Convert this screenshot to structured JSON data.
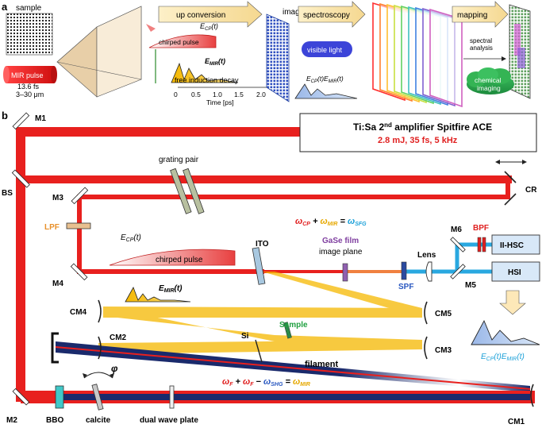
{
  "panel_labels": {
    "a": "a",
    "b": "b"
  },
  "panel_a": {
    "sample": "sample",
    "pulse_duration": "13.6 fs",
    "wavelength_range": "3–30 μm",
    "mir_pulse": "MIR pulse",
    "up_conversion": "up conversion",
    "image_plane": "image plane",
    "spectroscopy": "spectroscopy",
    "mapping": "mapping",
    "chirped_pulse": "chirped pulse",
    "ecp_label": "E",
    "ecp_sub": "CP",
    "ecp_arg": "(t)",
    "emir_label": "E",
    "emir_sub": "MIR",
    "emir_arg": "(t)",
    "free_induction_decay": "free induction decay",
    "time_axis_label": "Time [ps]",
    "time_ticks": [
      "0",
      "0.5",
      "1.0",
      "1.5",
      "2.0"
    ],
    "visible_light": "visible light",
    "product_label": "E",
    "spectral_analysis_1": "spectral",
    "spectral_analysis_2": "analysis",
    "chemical_1": "chemical",
    "chemical_2": "imaging"
  },
  "panel_b": {
    "M1": "M1",
    "M2": "M2",
    "M3": "M3",
    "M4": "M4",
    "M5": "M5",
    "M6": "M6",
    "BS": "BS",
    "CR": "CR",
    "CM1": "CM1",
    "CM2": "CM2",
    "CM3": "CM3",
    "CM4": "CM4",
    "CM5": "CM5",
    "laser_title": "Ti:Sa 2",
    "laser_title_sup": "nd",
    "laser_title_rest": " amplifier Spitfire ACE",
    "laser_specs": "2.8 mJ, 35 fs, 5 kHz",
    "grating_pair": "grating pair",
    "LPF": "LPF",
    "ITO": "ITO",
    "chirped_pulse": "chirped pulse",
    "gase_film": "GaSe film",
    "image_plane": "image plane",
    "lens": "Lens",
    "SPF": "SPF",
    "BPF": "BPF",
    "II_HSC": "II-HSC",
    "HSI": "HSI",
    "sample": "Sample",
    "Si": "Si",
    "filament": "filament",
    "BBO": "BBO",
    "calcite": "calcite",
    "dual_wave_plate": "dual wave plate",
    "phi": "φ",
    "sfg_eq": {
      "w1": "ω",
      "s1": "CP",
      "plus": " + ",
      "w2": "ω",
      "s2": "MIR",
      "eq": " = ",
      "w3": "ω",
      "s3": "SFG"
    },
    "dfg_eq": {
      "w1": "ω",
      "s1": "F",
      "plus1": " + ",
      "w2": "ω",
      "s2": "F",
      "minus": " − ",
      "w3": "ω",
      "s3": "SHG",
      "eq": " = ",
      "w4": "ω",
      "s4": "MIR"
    },
    "ecp_label": "E",
    "ecp_sub": "CP",
    "ecp_arg": "(t)",
    "emir_label": "E",
    "emir_sub": "MIR",
    "emir_arg": "(t)",
    "product_label": "E"
  },
  "colors": {
    "red_beam": "#e8201e",
    "mir_beam": "#f5b800",
    "blue_beam": "#29a8e0",
    "navy_beam": "#1a2a6c",
    "red_text": "#e02020",
    "cyan_text": "#1ba0d8",
    "gold_text": "#e6a800",
    "purple_text": "#8040a0",
    "green_text": "#20a040",
    "orange_text": "#e8902a"
  }
}
